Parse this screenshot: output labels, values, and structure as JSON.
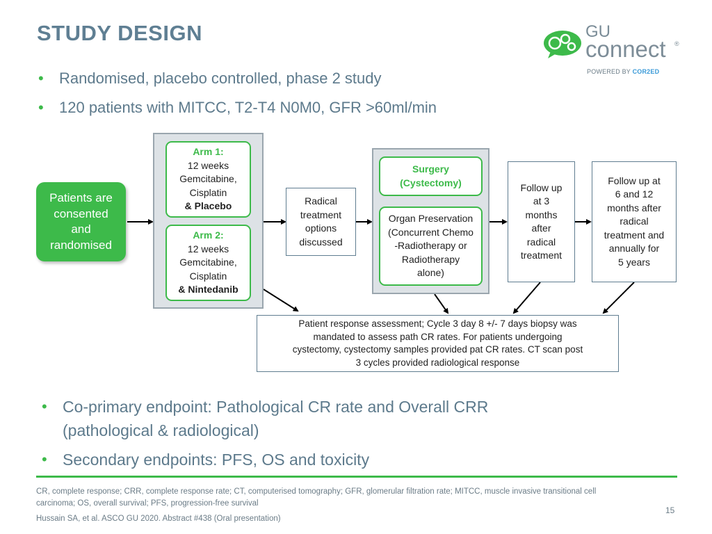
{
  "title": "STUDY DESIGN",
  "top_bullets": [
    "Randomised, placebo controlled, phase 2 study",
    "120 patients with MITCC, T2-T4 N0M0, GFR >60ml/min"
  ],
  "logo": {
    "gu": "GU",
    "connect": "connect",
    "reg": "®",
    "powered_by": "POWERED BY ",
    "brand": "COR2ED"
  },
  "diagram": {
    "patients": [
      "Patients are",
      "consented",
      "and",
      "randomised"
    ],
    "arm1": {
      "title": "Arm 1:",
      "lines": [
        "12 weeks",
        "Gemcitabine,",
        "Cisplatin"
      ],
      "emphasis": "& Placebo"
    },
    "arm2": {
      "title": "Arm 2:",
      "lines": [
        "12 weeks",
        "Gemcitabine,",
        "Cisplatin"
      ],
      "emphasis": "& Nintedanib"
    },
    "radical": [
      "Radical",
      "treatment",
      "options",
      "discussed"
    ],
    "surgery": [
      "Surgery",
      "(Cystectomy)"
    ],
    "organ": [
      "Organ Preservation",
      "(Concurrent Chemo",
      "-Radiotherapy or",
      "Radiotherapy",
      "alone)"
    ],
    "followup3": [
      "Follow up",
      "at 3",
      "months",
      "after",
      "radical",
      "treatment"
    ],
    "followup6": [
      "Follow up at",
      "6 and 12",
      "months after",
      "radical",
      "treatment and",
      "annually for",
      "5 years"
    ],
    "assessment": [
      "Patient response assessment; Cycle 3 day 8 +/- 7 days biopsy was",
      "mandated to assess path CR rates. For patients undergoing",
      "cystectomy, cystectomy samples provided pat CR rates. CT scan post",
      "3 cycles provided radiological response"
    ]
  },
  "bottom_bullets": [
    "Co-primary endpoint: Pathological CR rate and Overall CRR (pathological & radiological)",
    "Secondary endpoints: PFS, OS and toxicity"
  ],
  "footnote": "CR, complete response; CRR, complete response rate; CT, computerised tomography; GFR, glomerular filtration rate; MITCC, muscle invasive transitional cell carcinoma; OS, overall survival; PFS, progression-free survival",
  "reference": "Hussain SA, et al. ASCO GU 2020. Abstract #438 (Oral presentation)",
  "page_number": "15",
  "colors": {
    "green": "#3dba4a",
    "title": "#5f7f93",
    "panel": "#dde2e6"
  }
}
